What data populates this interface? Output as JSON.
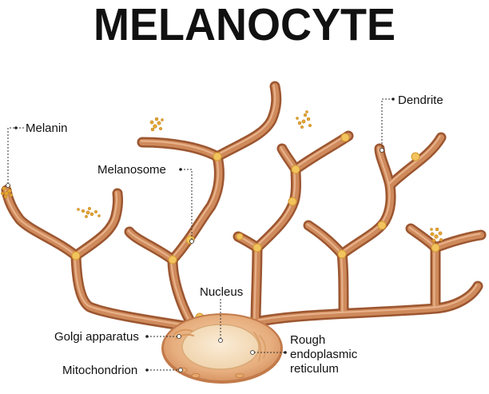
{
  "title": "MELANOCYTE",
  "labels": {
    "melanin": "Melanin",
    "melanosome": "Melanosome",
    "dendrite": "Dendrite",
    "nucleus": "Nucleus",
    "golgi": "Golgi apparatus",
    "mitochondrion": "Mitochondrion",
    "rer_line1": "Rough",
    "rer_line2": "endoplasmic",
    "rer_line3": "reticulum"
  },
  "colors": {
    "membrane_dark": "#9c5630",
    "membrane_light": "#cf8a5c",
    "cell_body": "#f0c49a",
    "nucleus": "#f6dfbe",
    "melanin": "#e3a534"
  }
}
